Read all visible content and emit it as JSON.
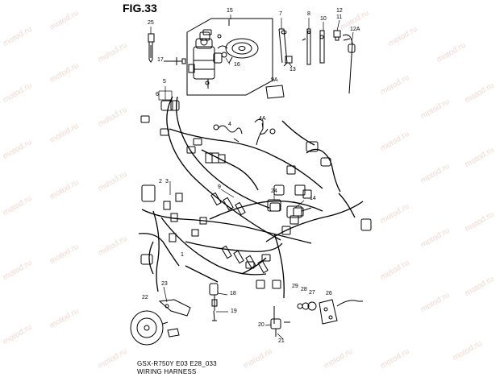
{
  "figure": {
    "title": "FIG.33",
    "code": "GSX-R750Y E03 E28_033",
    "name": "WIRING HARNESS"
  },
  "watermark": {
    "text": "motod.ru",
    "color": "#f1d9cf"
  },
  "callouts": {
    "c2": "2",
    "c3": "3",
    "c4": "4",
    "c4a": "4A",
    "c5": "5",
    "c6": "6",
    "c7": "7",
    "c8": "8",
    "c9": "9",
    "c9a": "9A",
    "c10": "10",
    "c11": "11",
    "c12": "12",
    "c12a": "12A",
    "c13": "13",
    "c14": "14",
    "c15": "15",
    "c16": "16",
    "c17": "17",
    "c18": "18",
    "c19": "19",
    "c20": "20",
    "c21": "21",
    "c22": "22",
    "c23": "23",
    "c24": "24",
    "c25": "25",
    "c26": "26",
    "c27": "27",
    "c28": "28",
    "c29": "29"
  }
}
